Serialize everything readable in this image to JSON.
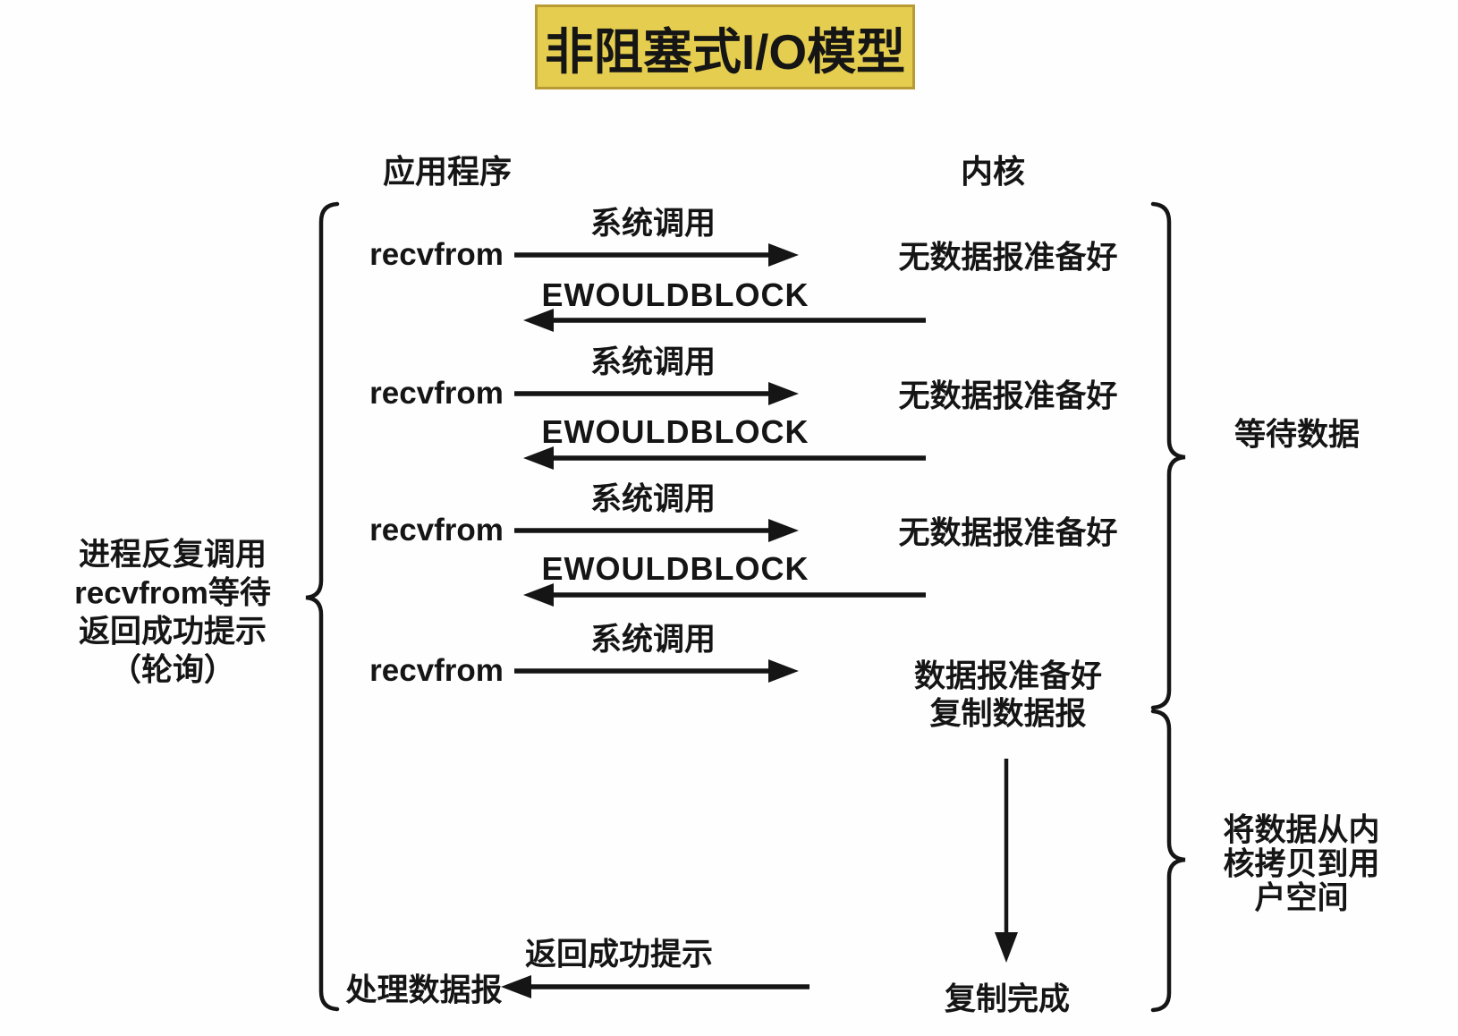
{
  "title": "非阻塞式I/O模型",
  "columns": {
    "app": "应用程序",
    "kernel": "内核"
  },
  "left_note": {
    "lines": [
      "进程反复调用",
      "recvfrom等待",
      "返回成功提示",
      "（轮询）"
    ]
  },
  "rows": [
    {
      "app": "recvfrom",
      "call_label": "系统调用",
      "kernel": "无数据报准备好",
      "return_label": "EWOULDBLOCK"
    },
    {
      "app": "recvfrom",
      "call_label": "系统调用",
      "kernel": "无数据报准备好",
      "return_label": "EWOULDBLOCK"
    },
    {
      "app": "recvfrom",
      "call_label": "系统调用",
      "kernel": "无数据报准备好",
      "return_label": "EWOULDBLOCK"
    },
    {
      "app": "recvfrom",
      "call_label": "系统调用",
      "kernel_line1": "数据报准备好",
      "kernel_line2": "复制数据报"
    }
  ],
  "right_labels": {
    "wait": "等待数据",
    "copy_lines": [
      "将数据从内",
      "核拷贝到用",
      "户空间"
    ]
  },
  "bottom": {
    "app": "处理数据报",
    "return_label": "返回成功提示",
    "kernel": "复制完成"
  },
  "colors": {
    "title_bg": "#e4cd4f",
    "title_border": "#b89b35",
    "ink": "#151515"
  }
}
